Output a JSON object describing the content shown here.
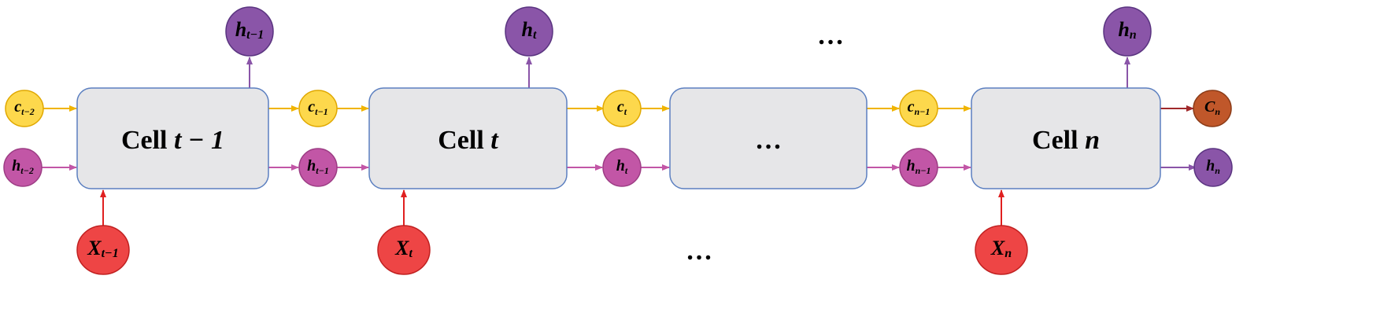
{
  "colors": {
    "cell_fill": "#e6e6e8",
    "cell_stroke": "#5b7fc0",
    "cell_state_fill": "#fdd84c",
    "cell_state_stroke": "#e0a800",
    "hidden_input_fill": "#c256a6",
    "hidden_output_fill": "#8a55a8",
    "input_fill": "#ee4545",
    "final_cell_fill": "#c0572a",
    "final_cell_arrow": "#a0282a",
    "cell_state_arrow": "#f0b400",
    "hidden_arrow": "#c256a6",
    "output_arrow": "#8a55a8",
    "input_arrow": "#e02020"
  },
  "cells": [
    {
      "word": "Cell",
      "math": "t − 1"
    },
    {
      "word": "Cell",
      "math": "t"
    },
    {
      "word": "",
      "math": "…"
    },
    {
      "word": "Cell",
      "math": "n"
    }
  ],
  "cell_states": [
    {
      "base": "c",
      "sub": "t−2"
    },
    {
      "base": "c",
      "sub": "t−1"
    },
    {
      "base": "c",
      "sub": "t"
    },
    {
      "base": "c",
      "sub": "n−1"
    },
    {
      "base": "C",
      "sub": "n"
    }
  ],
  "hidden_states": [
    {
      "base": "h",
      "sub": "t−2"
    },
    {
      "base": "h",
      "sub": "t−1"
    },
    {
      "base": "h",
      "sub": "t"
    },
    {
      "base": "h",
      "sub": "n−1"
    },
    {
      "base": "h",
      "sub": "n"
    }
  ],
  "outputs": [
    {
      "base": "h",
      "sub": "t−1"
    },
    {
      "base": "h",
      "sub": "t"
    },
    {
      "base": "h",
      "sub": "n"
    }
  ],
  "inputs": [
    {
      "base": "X",
      "sub": "t−1"
    },
    {
      "base": "X",
      "sub": "t"
    },
    {
      "base": "X",
      "sub": "n"
    }
  ],
  "ellipsis_top": "…",
  "ellipsis_bottom": "…"
}
